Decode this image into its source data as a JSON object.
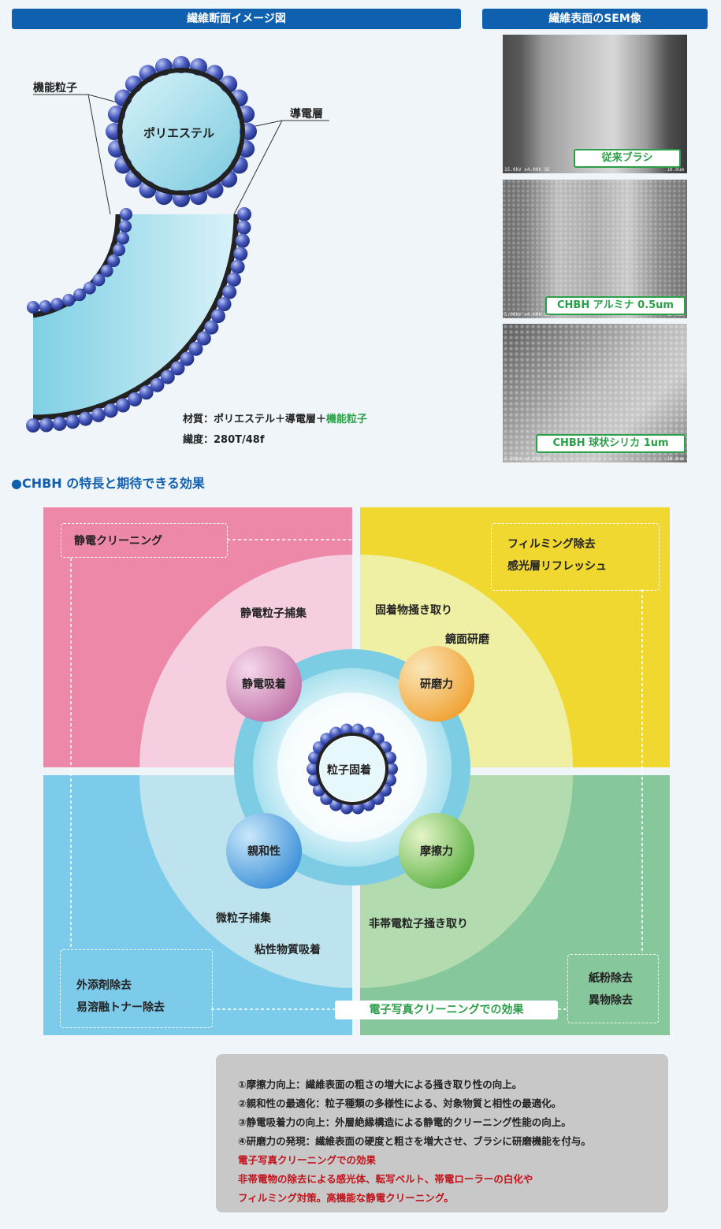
{
  "left_header": "繊維断面イメージ図",
  "right_header": "繊維表面のSEM像",
  "cross_section": {
    "label_particle": "機能粒子",
    "label_layer": "導電層",
    "core_label": "ポリエステル",
    "material_prefix": "材質：ポリエステル＋導電層＋",
    "material_highlight": "機能粒子",
    "fineness": "繊度：280T/48f"
  },
  "sem_images": [
    {
      "tag": "従来ブラシ",
      "meta": "15.0kV x4.00k SE",
      "scale": "10.0um"
    },
    {
      "tag": "CHBH アルミナ 0.5um",
      "meta": "5.00kV x4.00k SE",
      "scale": "10.0um"
    },
    {
      "tag": "CHBH 球状シリカ 1um",
      "meta": "5.00kV x4.00k SE",
      "scale": "10.0um"
    }
  ],
  "section_title": "●CHBH の特長と期待できる効果",
  "diagram": {
    "center": "粒子固着",
    "bubbles": {
      "tl": "静電吸着",
      "tr": "研磨力",
      "bl": "親和性",
      "br": "摩擦力"
    },
    "inner_tl": [
      "静電粒子捕集"
    ],
    "inner_tr": [
      "固着物掻き取り",
      "鏡面研磨"
    ],
    "inner_bl": [
      "微粒子捕集",
      "粘性物質吸着"
    ],
    "inner_br": [
      "非帯電粒子掻き取り"
    ],
    "box_tl": [
      "静電クリーニング"
    ],
    "box_tr": [
      "フィルミング除去",
      "感光層リフレッシュ"
    ],
    "box_bl": [
      "外添剤除去",
      "易溶融トナー除去"
    ],
    "box_br": [
      "紙粉除去",
      "異物除去"
    ],
    "effect_label": "電子写真クリーニングでの効果",
    "colors": {
      "pink": "#ee88a8",
      "yellow": "#f0d830",
      "blue": "#7ccbea",
      "green": "#86c89c"
    }
  },
  "notes": [
    "①摩擦力向上：繊維表面の粗さの増大による掻き取り性の向上。",
    "②親和性の最適化：粒子種類の多様性による、対象物質と相性の最適化。",
    "③静電吸着力の向上：外層絶縁構造による静電的クリーニング性能の向上。",
    "④研磨力の発現：繊維表面の硬度と粗さを増大させ、ブラシに研磨機能を付与。"
  ],
  "notes_red": [
    "電子写真クリーニングでの効果",
    "非帯電物の除去による感光体、転写ベルト、帯電ローラーの白化や",
    "フィルミング対策。高機能な静電クリーニング。"
  ]
}
